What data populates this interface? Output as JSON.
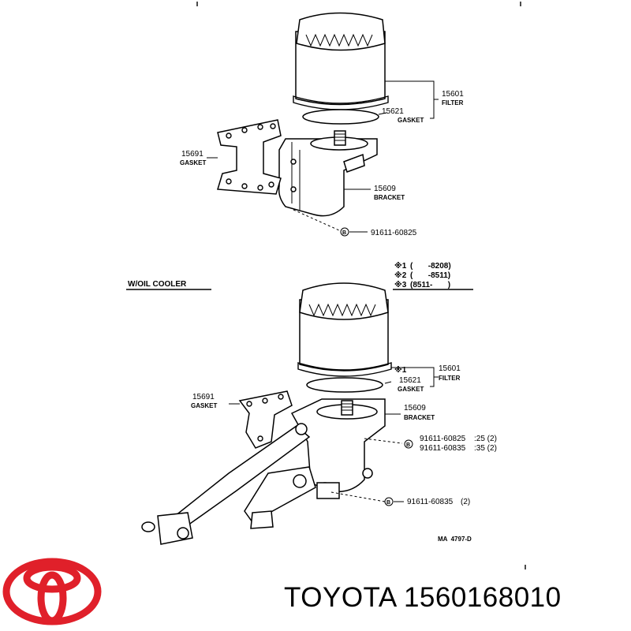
{
  "upper": {
    "filter": {
      "num": "15601",
      "name": "FILTER"
    },
    "gasket_filter": {
      "num": "15621",
      "name": "GASKET"
    },
    "gasket_left": {
      "num": "15691",
      "name": "GASKET"
    },
    "bracket": {
      "num": "15609",
      "name": "BRACKET"
    },
    "bolt": {
      "glyph": "B",
      "num": "91611-60825"
    }
  },
  "lower": {
    "heading": "W/OIL COOLER",
    "notes": [
      {
        "mark": "※1",
        "text": "(       -8208)"
      },
      {
        "mark": "※2",
        "text": "(       -8511)"
      },
      {
        "mark": "※3",
        "text": "(8511-       )"
      }
    ],
    "filter": {
      "mark": "※1",
      "num": "15601",
      "name": "FILTER"
    },
    "gasket_filter": {
      "num": "15621",
      "name": "GASKET"
    },
    "gasket_left": {
      "num": "15691",
      "name": "GASKET"
    },
    "bracket": {
      "num": "15609",
      "name": "BRACKET"
    },
    "bolt_pair": {
      "glyph": "B",
      "lines": [
        {
          "num": "91611-60825",
          "qty": ":25 (2)"
        },
        {
          "num": "91611-60835",
          "qty": ":35 (2)"
        }
      ]
    },
    "bolt_bottom": {
      "glyph": "B",
      "num": "91611-60835",
      "qty": "(2)"
    },
    "diagram_code": "MA  4797-D"
  },
  "brand": {
    "logo_name": "toyota-logo",
    "logo_color": "#e0202a",
    "text": "TOYOTA 1560168010"
  }
}
